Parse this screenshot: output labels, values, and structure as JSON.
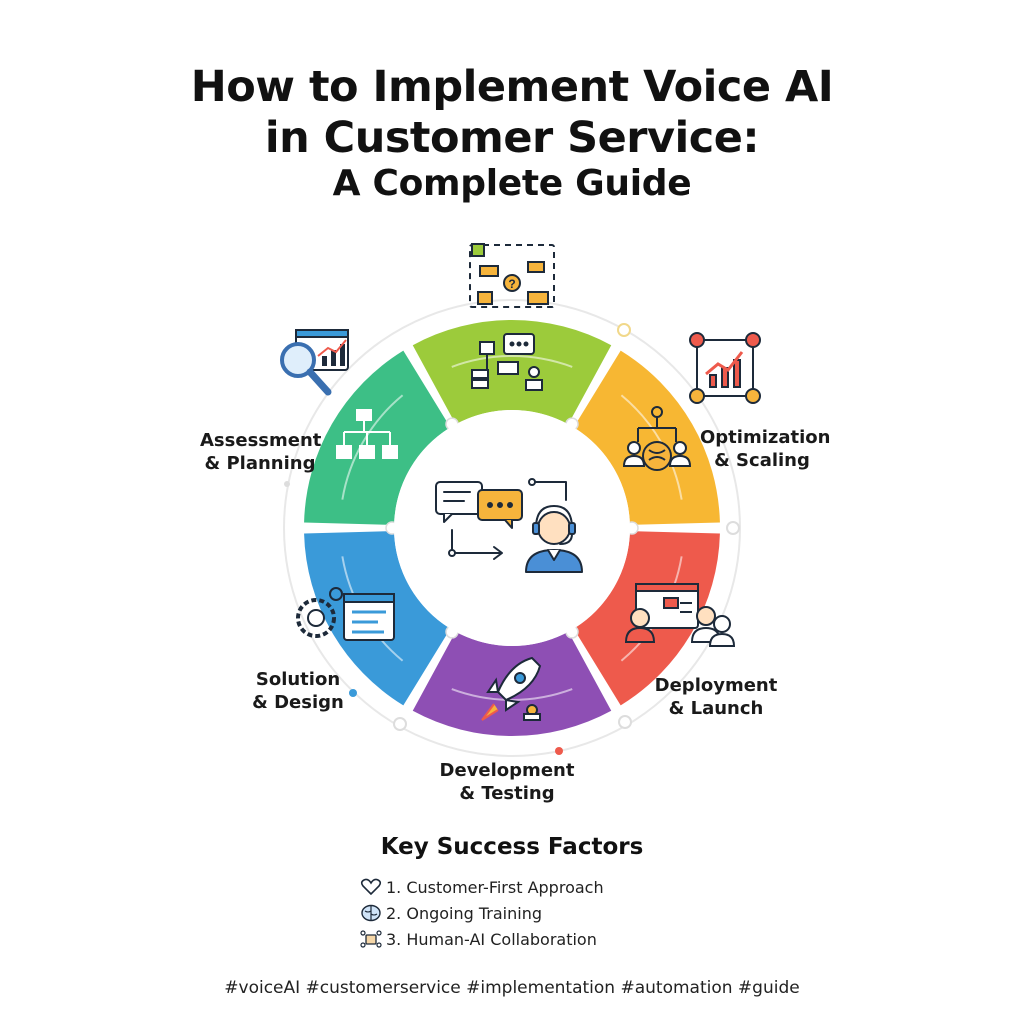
{
  "title": {
    "line1": "How to Implement Voice AI",
    "line2": "in Customer Service:",
    "line3": "A Complete Guide"
  },
  "stages": [
    {
      "id": "top",
      "label_line1": "",
      "label_line2": "",
      "color": "#9ccb3b",
      "icon": "workflow-chat-icon"
    },
    {
      "id": "optimization",
      "label_line1": "Optimization",
      "label_line2": "& Scaling",
      "color": "#f7b733",
      "icon": "brain-network-icon"
    },
    {
      "id": "deployment",
      "label_line1": "Deployment",
      "label_line2": "& Launch",
      "color": "#ee5a4c",
      "icon": "team-dashboard-icon"
    },
    {
      "id": "development",
      "label_line1": "Development",
      "label_line2": "& Testing",
      "color": "#8e4fb4",
      "icon": "rocket-icon"
    },
    {
      "id": "solution",
      "label_line1": "Solution",
      "label_line2": "& Design",
      "color": "#3a9ad9",
      "icon": "gear-window-icon"
    },
    {
      "id": "assessment",
      "label_line1": "Assessment",
      "label_line2": "& Planning",
      "color": "#3dbf86",
      "icon": "hierarchy-checklist-icon"
    }
  ],
  "center_icon": "voice-agent-headset-icon",
  "key_factors": {
    "title": "Key Success Factors",
    "items": [
      {
        "icon": "heart-icon",
        "text": "1. Customer-First Approach"
      },
      {
        "icon": "brain-icon",
        "text": "2. Ongoing Training"
      },
      {
        "icon": "human-ai-icon",
        "text": "3. Human-AI Collaboration"
      }
    ]
  },
  "hashtags": "#voiceAI #customerservice #implementation #automation #guide"
}
